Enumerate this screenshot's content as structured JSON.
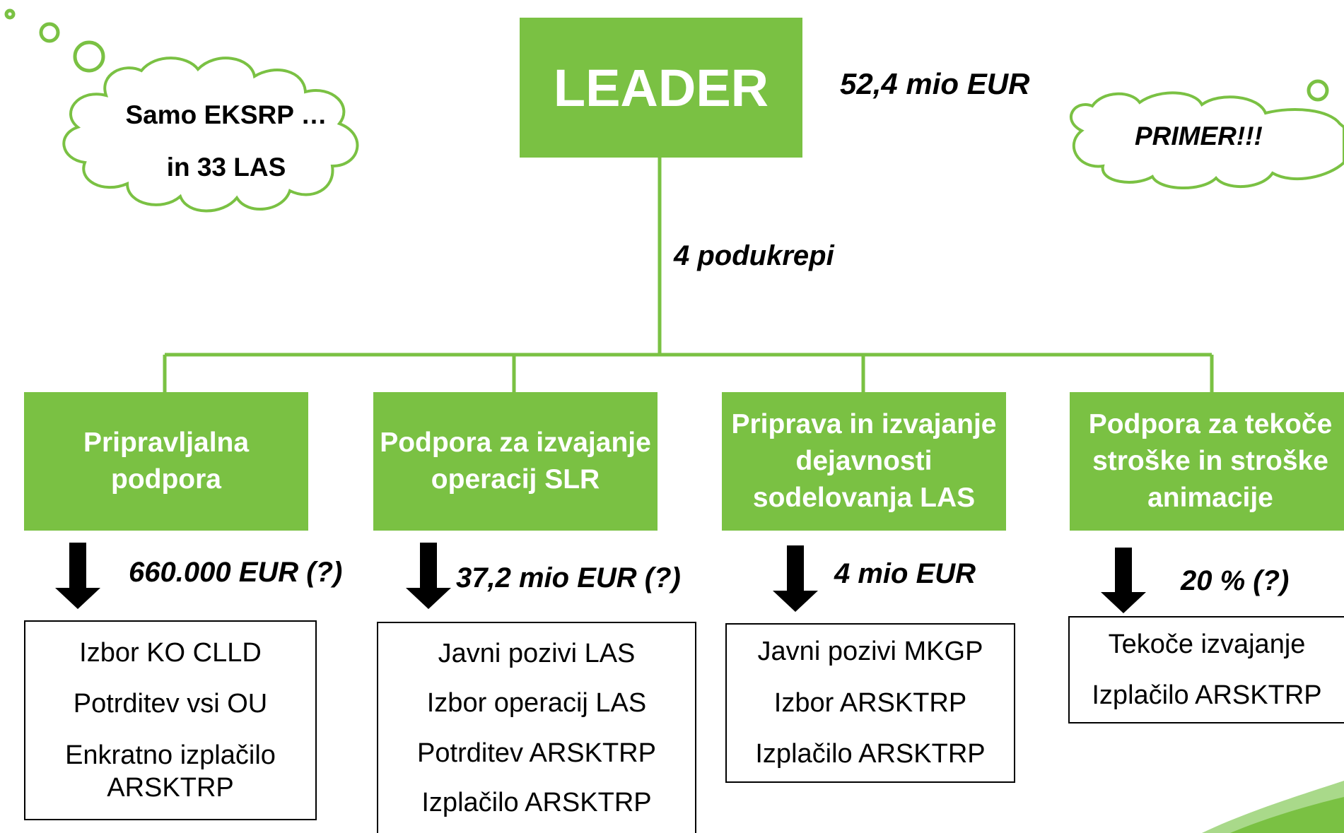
{
  "colors": {
    "accent": "#7ac143",
    "box_text": "#ffffff",
    "arrow": "#000000"
  },
  "top": {
    "title": "LEADER",
    "amount": "52,4 mio EUR",
    "connector_label": "4 podukrepi"
  },
  "clouds": {
    "left": {
      "line1": "Samo EKSRP …",
      "line2": "in 33 LAS"
    },
    "right": {
      "text": "PRIMER!!!"
    }
  },
  "submeasures": [
    {
      "title": "Pripravljalna podpora",
      "amount": "660.000 EUR (?)",
      "steps": [
        "Izbor KO CLLD",
        "Potrditev vsi OU",
        "Enkratno izplačilo ARSKTRP"
      ]
    },
    {
      "title": "Podpora za izvajanje operacij SLR",
      "amount": "37,2 mio EUR (?)",
      "steps": [
        "Javni pozivi LAS",
        "Izbor operacij LAS",
        "Potrditev ARSKTRP",
        "Izplačilo ARSKTRP"
      ]
    },
    {
      "title": "Priprava in izvajanje dejavnosti sodelovanja LAS",
      "amount": "4 mio EUR",
      "steps": [
        "Javni pozivi MKGP",
        "Izbor ARSKTRP",
        "Izplačilo ARSKTRP"
      ]
    },
    {
      "title": "Podpora za tekoče stroške in stroške animacije",
      "amount": "20 % (?)",
      "steps": [
        "Tekoče izvajanje",
        "Izplačilo ARSKTRP"
      ]
    }
  ]
}
